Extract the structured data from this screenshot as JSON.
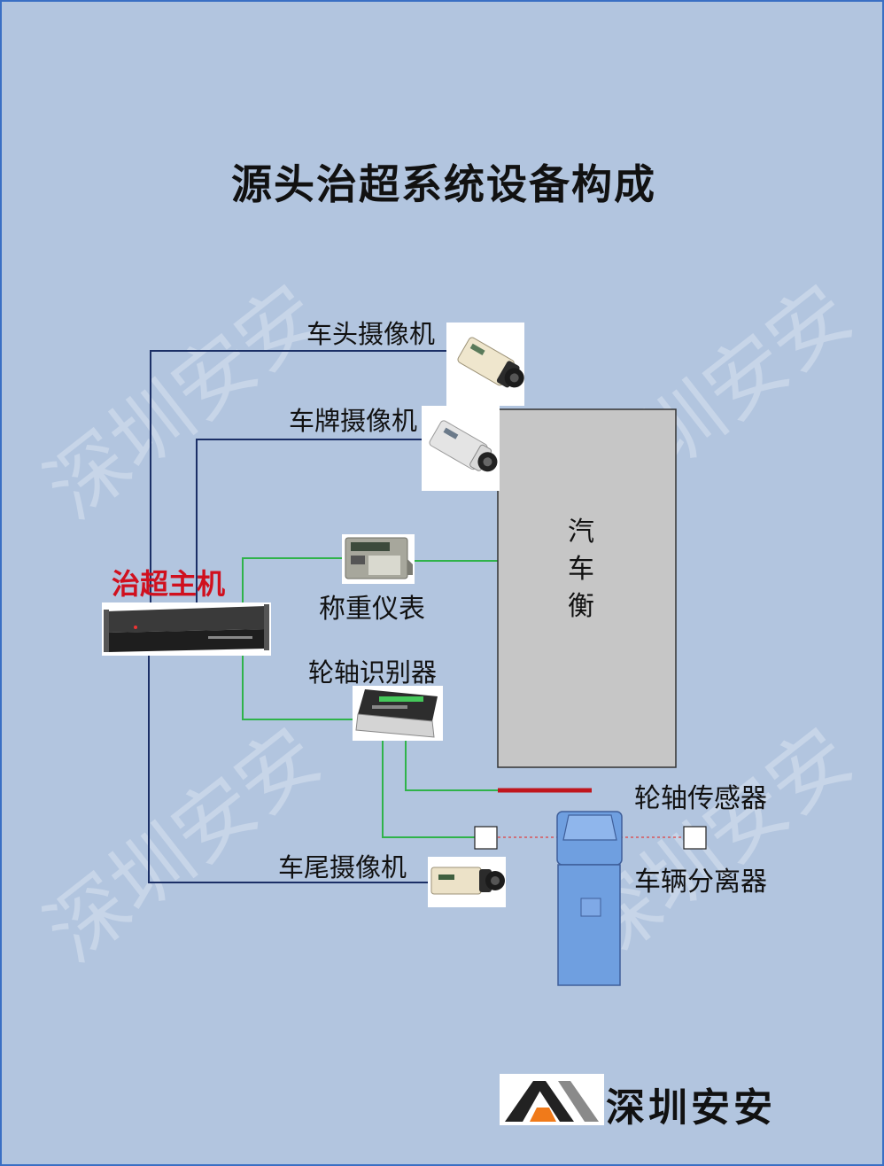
{
  "title": "源头治超系统设备构成",
  "watermark": "深圳安安",
  "labels": {
    "head_camera": "车头摄像机",
    "plate_camera": "车牌摄像机",
    "host": "治超主机",
    "indicator": "称重仪表",
    "axle_identifier": "轮轴识别器",
    "axle_sensor": "轮轴传感器",
    "tail_camera": "车尾摄像机",
    "separator": "车辆分离器",
    "truck_scale": "汽车衡"
  },
  "brand": {
    "name": "深圳安安"
  },
  "colors": {
    "background": "#b2c5df",
    "border": "#3a6fc4",
    "wire_dark": "#1b2f66",
    "wire_green": "#2fb34a",
    "sensor_bar": "#c0161d",
    "scale_fill": "#c6c6c6",
    "vehicle": "#6f9fe0",
    "host_label": "#d0101e"
  }
}
